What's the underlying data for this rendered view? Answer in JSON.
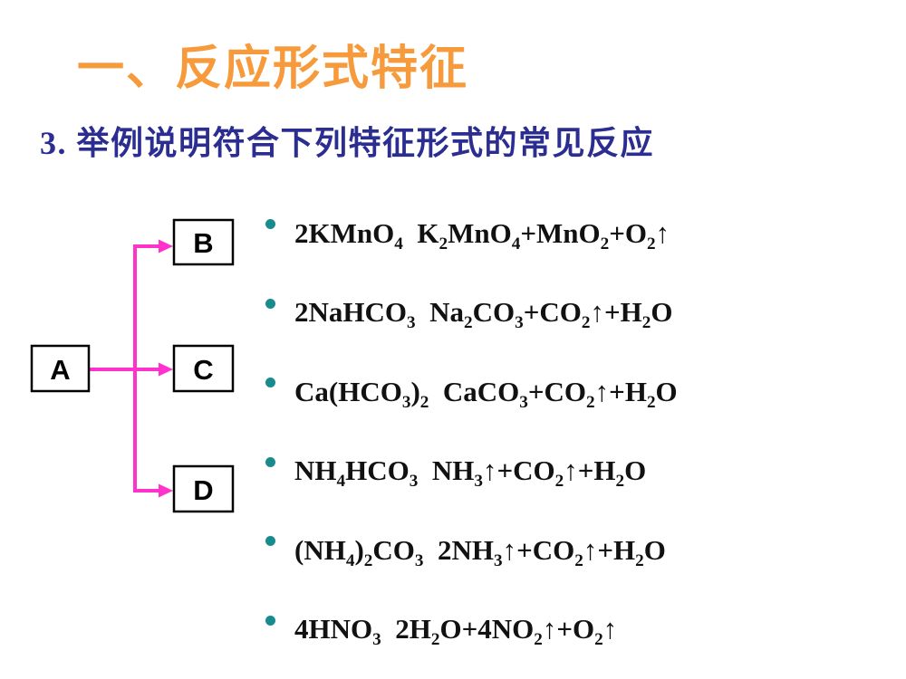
{
  "slide": {
    "title": "一、反应形式特征",
    "subtitle": "3. 举例说明符合下列特征形式的常见反应",
    "colors": {
      "title": "#F79A3B",
      "subtitle": "#2B2D90",
      "arrow": "#FF33CC",
      "bullet": "#1A8B8D",
      "equation_text": "#111111",
      "box_border": "#000000"
    },
    "diagram": {
      "boxes": [
        "A",
        "B",
        "C",
        "D"
      ],
      "edges": [
        {
          "from": "A",
          "to": "B"
        },
        {
          "from": "A",
          "to": "C"
        },
        {
          "from": "A",
          "to": "D"
        }
      ]
    },
    "equations": [
      "2KMnO~4~  K~2~MnO~4~+MnO~2~+O~2~↑",
      "2NaHCO~3~  Na~2~CO~3~+CO~2~↑+H~2~O",
      "Ca(HCO~3~)~2~  CaCO~3~+CO~2~↑+H~2~O",
      "NH~4~HCO~3~  NH~3~↑+CO~2~↑+H~2~O",
      "(NH~4~)~2~CO~3~  2NH~3~↑+CO~2~↑+H~2~O",
      "4HNO~3~  2H~2~O+4NO~2~↑+O~2~↑"
    ]
  }
}
